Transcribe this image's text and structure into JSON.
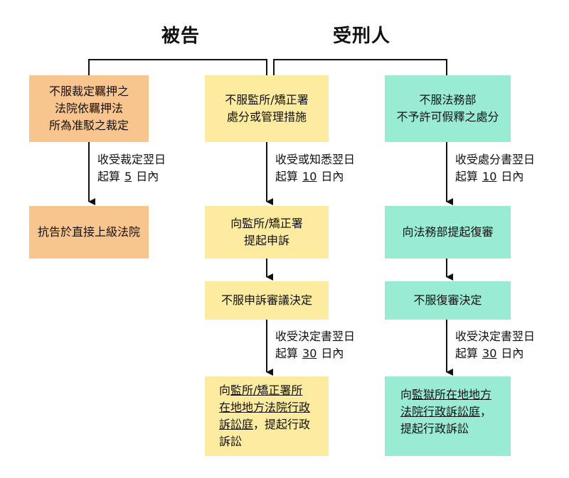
{
  "headers": {
    "defendant": "被告",
    "prisoner": "受刑人"
  },
  "col1": {
    "box1": [
      "不服裁定羈押之",
      "法院依羈押法",
      "所為准駁之裁定"
    ],
    "deadline": {
      "line1": "收受裁定翌日",
      "pre": "起算",
      "num": "5",
      "post": "日內"
    },
    "box2": "抗告於直接上級法院"
  },
  "col2": {
    "box1": [
      "不服監所/矯正署",
      "處分或管理措施"
    ],
    "deadline1": {
      "line1": "收受或知悉翌日",
      "pre": "起算",
      "num": "10",
      "post": "日內"
    },
    "box2": [
      "向監所/矯正署",
      "提起申訴"
    ],
    "box3": "不服申訴審議決定",
    "deadline2": {
      "line1": "收受決定書翌日",
      "pre": "起算",
      "num": "30",
      "post": "日內"
    },
    "box4": {
      "l1a": "向",
      "l1b": "監所/矯正署所",
      "l2": "在地地方法院行政",
      "l3a": "訴訟庭",
      "l3b": "，提起行政",
      "l4": "訴訟"
    }
  },
  "col3": {
    "box1": [
      "不服法務部",
      "不予許可假釋之處分"
    ],
    "deadline1": {
      "line1": "收受處分書翌日",
      "pre": "起算",
      "num": "10",
      "post": "日內"
    },
    "box2": "向法務部提起復審",
    "box3": "不服復審決定",
    "deadline2": {
      "line1": "收受決定書翌日",
      "pre": "起算",
      "num": "30",
      "post": "日內"
    },
    "box4": {
      "l1a": "向",
      "l1b": "監獄所在地地方",
      "l2": "法院行政訴訟庭",
      "l2b": "，",
      "l3": "提起行政訴訟"
    }
  },
  "colors": {
    "orange": "#f9c58e",
    "yellow": "#fdeba0",
    "green": "#99ebd3",
    "line": "#111111"
  }
}
